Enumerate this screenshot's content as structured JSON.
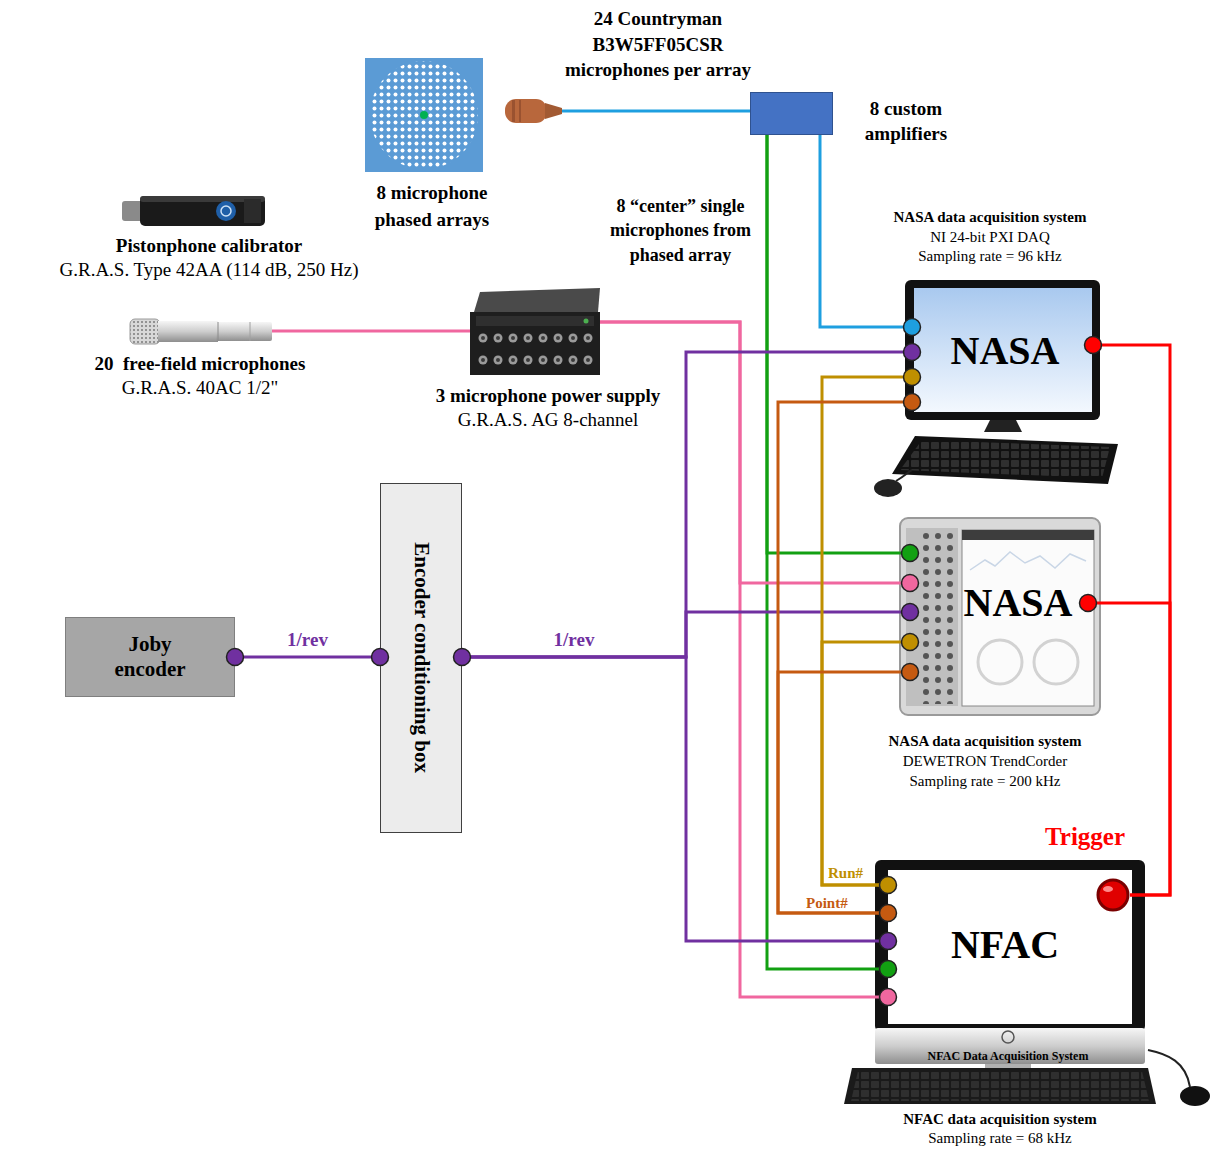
{
  "diagram": {
    "nodes": [
      {
        "text": [
          "Pistonphone calibrator",
          "G.R.A.S. Type 42AA (114 dB, 250 Hz)"
        ]
      },
      {
        "text": [
          "8 microphone phased arrays"
        ]
      },
      {
        "text": [
          "24 Countryman B3W5FF05CSR microphones per array"
        ]
      },
      {
        "text": [
          "8 custom amplifiers"
        ]
      },
      {
        "text": [
          "20  free-field microphones",
          "G.R.A.S. 40AC 1/2\""
        ]
      },
      {
        "text": [
          "3 microphone power supply",
          "G.R.A.S. AG 8-channel"
        ]
      },
      {
        "text": [
          "NASA",
          "NASA data acquisition system",
          "NI 24-bit PXI DAQ",
          "Sampling rate = 96 kHz"
        ]
      },
      {
        "text": [
          "NASA",
          "NASA data acquisition system",
          "DEWETRON TrendCorder",
          "Sampling rate = 200 kHz"
        ]
      },
      {
        "text": [
          "Joby encoder"
        ]
      },
      {
        "text": [
          "Encoder conditioning box"
        ]
      },
      {
        "text": [
          "NFAC",
          "NFAC data acquisition system",
          "Sampling rate = 68 kHz"
        ]
      }
    ],
    "edges": [
      {
        "from": 2,
        "to": 3,
        "arrow": "none"
      },
      {
        "from": 3,
        "to": 6,
        "arrow": "none"
      },
      {
        "from": 3,
        "to": 7,
        "arrow": "none"
      },
      {
        "from": 3,
        "to": 10,
        "arrow": "none"
      },
      {
        "from": 4,
        "to": 5,
        "arrow": "none"
      },
      {
        "from": 5,
        "to": 7,
        "arrow": "none"
      },
      {
        "from": 5,
        "to": 10,
        "arrow": "none"
      },
      {
        "from": 8,
        "to": 9,
        "label": "1/rev",
        "arrow": "none"
      },
      {
        "from": 9,
        "to": 6,
        "arrow": "none"
      },
      {
        "from": 9,
        "to": 7,
        "label": "1/rev",
        "arrow": "none"
      },
      {
        "from": 9,
        "to": 10,
        "arrow": "none"
      },
      {
        "from": 10,
        "to": 6,
        "arrow": "none"
      },
      {
        "from": 10,
        "to": 7,
        "arrow": "none"
      },
      {
        "from": 10,
        "to": 6,
        "arrow": "none"
      },
      {
        "from": 10,
        "to": 7,
        "arrow": "none"
      },
      {
        "from": 10,
        "to": 6,
        "arrow": "none"
      },
      {
        "from": 10,
        "to": 7,
        "arrow": "none"
      }
    ],
    "labels": [
      "8 “center” single microphones from phased array",
      "Run#",
      "Point#",
      "Trigger",
      "NFAC Data Acquisition System"
    ]
  }
}
